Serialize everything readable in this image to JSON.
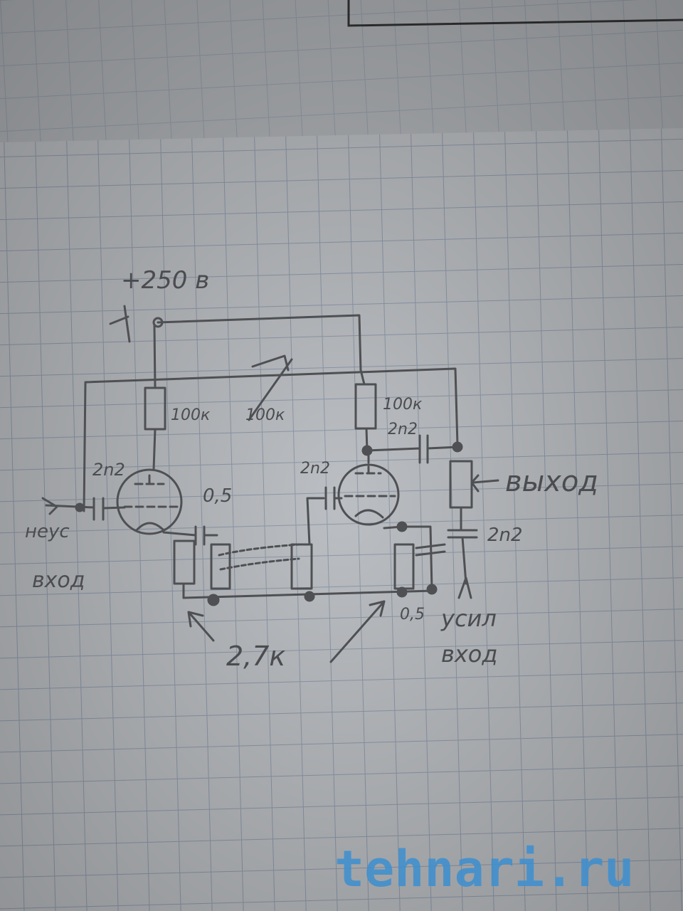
{
  "schematic": {
    "supply_label": "+250 в",
    "anode_resistor_1": "100к",
    "feedback_pot": "100к",
    "anode_resistor_2": "100к",
    "coupling_cap_out": "2n2",
    "input_cap": "2n2",
    "grid_cap_2": "2n2",
    "output_cap": "2n2",
    "cathode_cap_1": "0,5",
    "cathode_cap_2": "0,5",
    "cathode_resistors": "2,7к",
    "input_unamplified": [
      "неус",
      "вход"
    ],
    "output_label": "выход",
    "input_amplified": [
      "усил",
      "вход"
    ]
  },
  "watermark": "tehnari.ru",
  "colors": {
    "paper": "#b4b7bb",
    "grid": "#8e9aab",
    "pencil": "#4e5053",
    "watermark": "#3d8fd0"
  }
}
